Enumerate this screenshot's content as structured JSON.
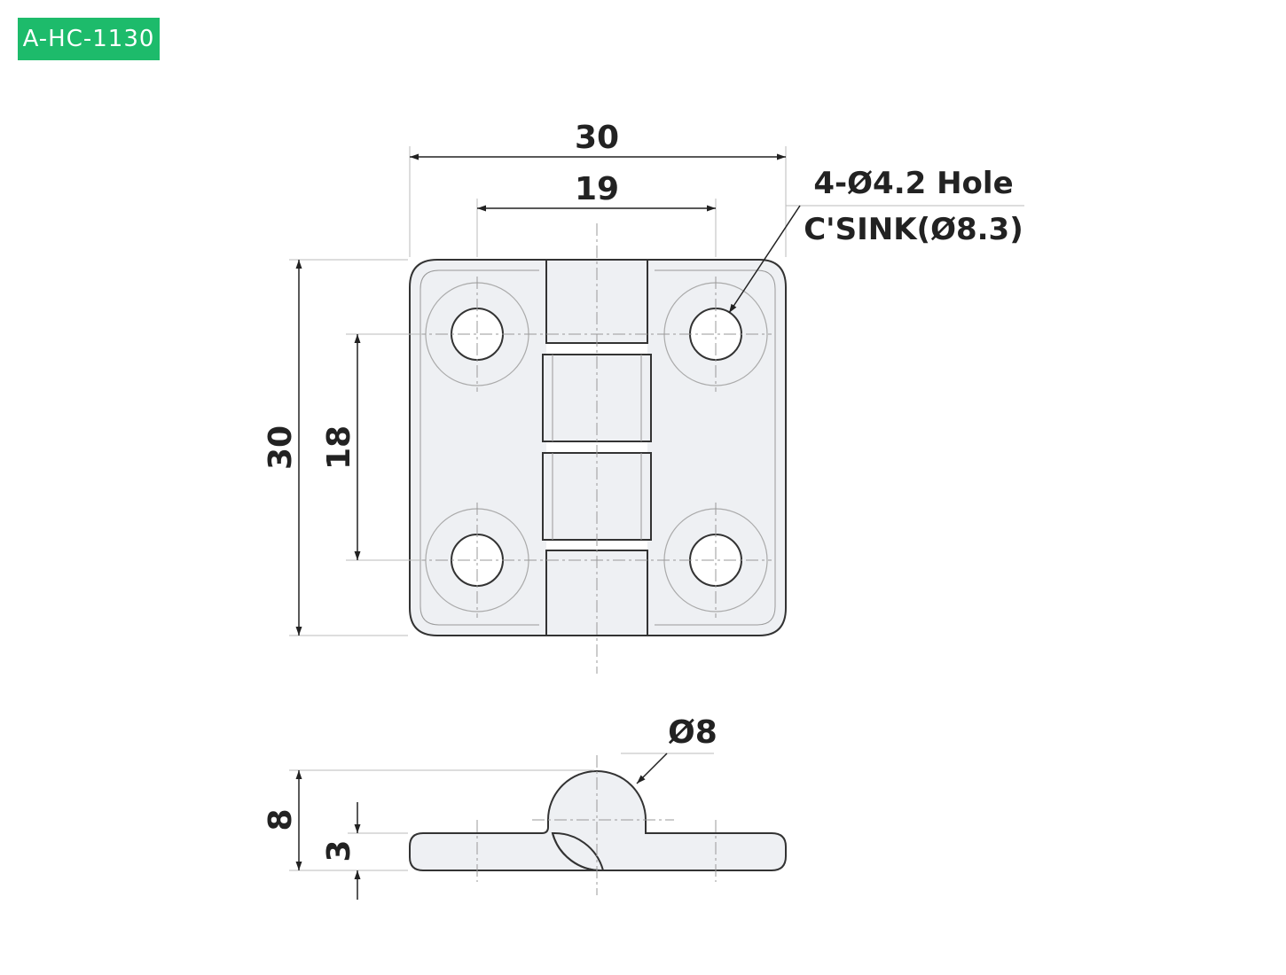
{
  "badge": {
    "label": "A-HC-1130",
    "color": "#1dbb6b"
  },
  "top_view": {
    "dim_overall_width": "30",
    "dim_hole_spacing_x": "19",
    "dim_overall_height": "30",
    "dim_hole_spacing_y": "18"
  },
  "hole_note": {
    "line1": "4-Ø4.2 Hole",
    "line2": "C'SINK(Ø8.3)"
  },
  "side_view": {
    "dim_knuckle_diameter": "Ø8",
    "dim_total_height": "8",
    "dim_plate_thickness": "3"
  },
  "colors": {
    "part_fill": "#eef0f3",
    "outline": "#333333",
    "dimension": "#222222",
    "centerline": "#999999"
  }
}
